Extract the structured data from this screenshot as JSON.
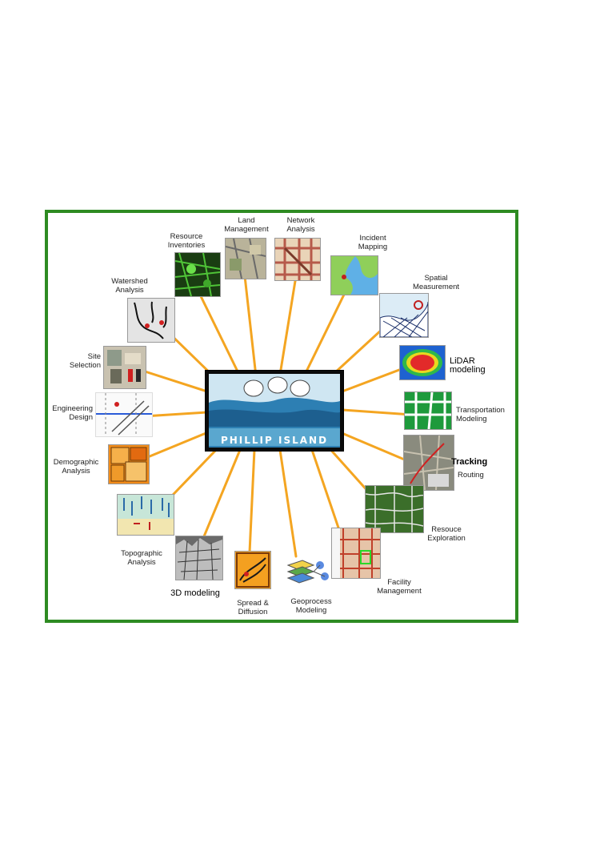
{
  "center": {
    "title": "PHILLIP ISLAND"
  },
  "applications": {
    "land_management": "Land\nManagement",
    "network_analysis": "Network\nAnalysis",
    "resource_inventories": "Resource\nInventories",
    "incident_mapping": "Incident\nMapping",
    "watershed_analysis": "Watershed\nAnalysis",
    "spatial_measurement": "Spatial\nMeasurement",
    "site_selection": "Site\nSelection",
    "lidar_modeling": "LiDAR\nmodeling",
    "engineering_design": "Engineering\nDesign",
    "transportation_modeling": "Transportation\nModeling",
    "demographic_analysis": "Demographic\nAnalysis",
    "tracking": "Tracking",
    "routing": "Routing",
    "resource_exploration": "Resouce\nExploration",
    "topographic_analysis": "Topographic\nAnalysis",
    "three_d_modeling": "3D modeling",
    "spread_diffusion": "Spread &\nDiffusion",
    "geoprocess_modeling": "Geoprocess\nModeling",
    "facility_management": "Facility\nManagement"
  },
  "colors": {
    "frame": "#2e8b22",
    "spoke": "#f4a521"
  }
}
